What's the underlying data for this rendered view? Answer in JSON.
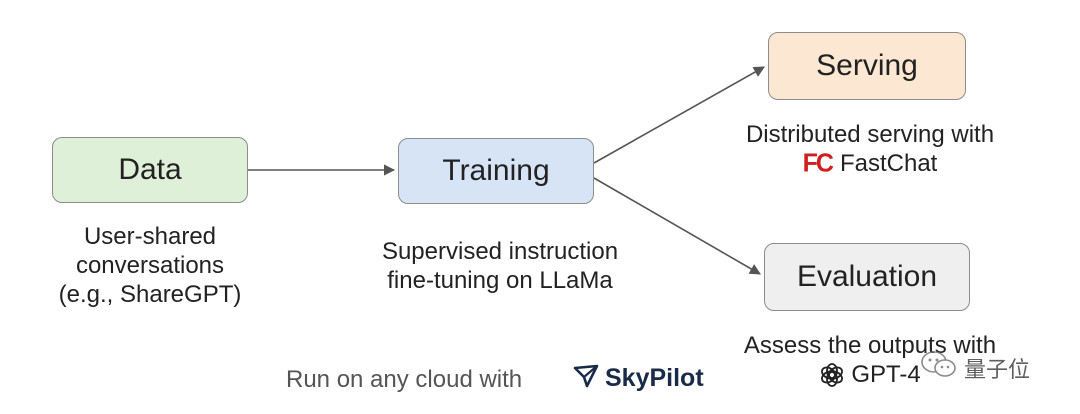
{
  "nodes": {
    "data": {
      "label": "Data",
      "fill": "#dff0d8"
    },
    "training": {
      "label": "Training",
      "fill": "#d6e4f5"
    },
    "serving": {
      "label": "Serving",
      "fill": "#fbe7d2"
    },
    "evaluation": {
      "label": "Evaluation",
      "fill": "#efefef"
    }
  },
  "captions": {
    "data": [
      "User-shared",
      "conversations",
      "(e.g., ShareGPT)"
    ],
    "training": [
      "Supervised instruction",
      "fine-tuning on LLaMa"
    ],
    "serving": {
      "line1": "Distributed serving with",
      "logo": "FC",
      "line2": "FastChat"
    },
    "evaluation": {
      "line1": "Assess the outputs with",
      "line2": "GPT-4"
    }
  },
  "footer": {
    "text": "Run on any cloud with",
    "brand": "SkyPilot"
  },
  "watermark": {
    "text": "量子位"
  },
  "colors": {
    "arrow": "#555555",
    "brand": "#1a2b4a",
    "fc_red": "#d11f1f"
  }
}
